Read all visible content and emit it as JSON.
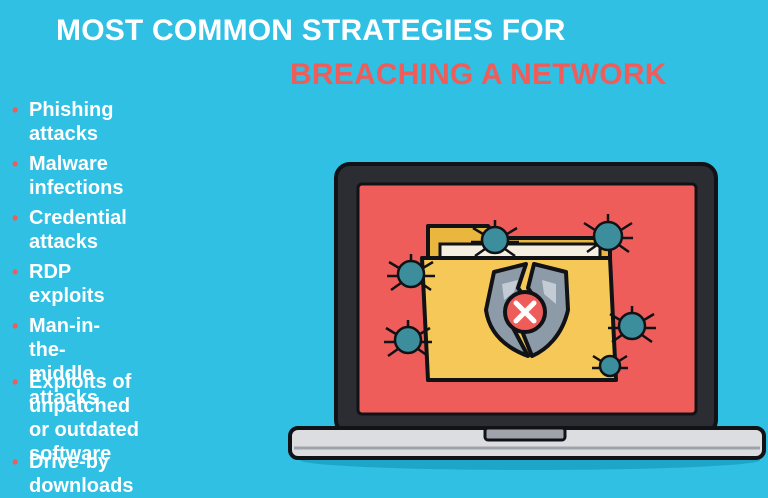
{
  "title": {
    "line1": "MOST COMMON STRATEGIES FOR",
    "line2": "BREACHING A NETWORK"
  },
  "strategies": [
    "Phishing attacks",
    "Malware infections",
    "Credential attacks",
    "RDP exploits",
    "Man-in-the-middle attacks",
    "Exploits of unpatched\nor outdated software",
    "Drive-by downloads"
  ],
  "bullet_symbol": "•",
  "colors": {
    "background": "#2fc0e4",
    "accent_red": "#ef5d5a",
    "text_white": "#ffffff"
  },
  "illustration": {
    "icons": [
      "laptop-icon",
      "folder-icon",
      "broken-shield-icon",
      "error-x-icon",
      "virus-bug-icon"
    ]
  }
}
